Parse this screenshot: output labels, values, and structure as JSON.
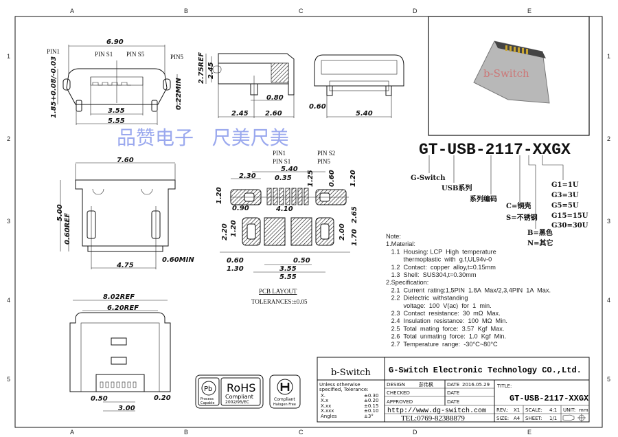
{
  "frame": {
    "columns": [
      "A",
      "B",
      "C",
      "D",
      "E"
    ],
    "rows": [
      "1",
      "2",
      "3",
      "4",
      "5"
    ]
  },
  "front_view": {
    "width": "6.90",
    "pin1": "PIN1",
    "pin_s1": "PIN  S1",
    "pin_s5": "PIN  S5",
    "pin5": "PIN5",
    "height": "1.85+0.08/-0.03",
    "min": "0.22MIN",
    "inner": "3.55",
    "outer": "5.55"
  },
  "side_view": {
    "ref": "2.75REF",
    "h": "2.45",
    "post": "0.80",
    "a": "2.45",
    "b": "2.60"
  },
  "end_view": {
    "a": "0.60",
    "b": "5.40"
  },
  "top_view": {
    "width": "7.60",
    "depth": "5.00",
    "ref": "0.60REF",
    "span": "4.75",
    "min": "0.60MIN"
  },
  "pcb": {
    "pin1": "PIN1",
    "pin_s1": "PIN S1",
    "pin_s2": "PIN S2",
    "pin5": "PIN5",
    "d_540": "5.40",
    "d_230": "2.30",
    "d_035": "0.35",
    "d_125": "1.25",
    "d_060a": "0.60",
    "d_120a": "1.20",
    "d_120b": "1.20",
    "d_090": "0.90",
    "d_410": "4.10",
    "d_265": "2.65",
    "d_220": "2.20",
    "d_120c": "1.20",
    "d_200": "2.00",
    "d_170": "1.70",
    "d_060b": "0.60",
    "d_050": "0.50",
    "d_130": "1.30",
    "d_355": "3.55",
    "d_555": "5.55",
    "title": "PCB LAYOUT",
    "tolerance": "TOLERANCES:±0.05"
  },
  "bottom_view": {
    "ref1": "8.02REF",
    "ref2": "6.20REF",
    "pitch": "0.50",
    "w": "0.20",
    "span": "3.00"
  },
  "watermark": "品赞电子   尺美尺美",
  "photo": {
    "brand": "b-Switch"
  },
  "part_number": {
    "code": "GT-USB-2117-XXGX",
    "brand": "G-Switch",
    "series": "USB系列",
    "series_code": "系列编码",
    "shell": [
      "C=铜壳",
      "S=不锈钢"
    ],
    "color": [
      "B=黑色",
      "N=其它"
    ],
    "plating": [
      "G1=1U",
      "G3=3U",
      "G5=5U",
      "G15=15U",
      "G30=30U"
    ]
  },
  "notes": [
    "Note:",
    "1.Material:",
    "   1.1  Housing: LCP  High  temperature",
    "          thermoplastic  with  g.f,UL94v-0",
    "   1.2  Contact:  copper  alloy,t=0.15mm",
    "   1.3  Shell:  SUS304,t=0.30mm",
    "2.Specification:",
    "   2.1  Current  rating:1,5PIN  1.8A  Max/2,3,4PIN  1A  Max.",
    "   2.2  Dielectric  withstanding",
    "          voltage:  100  V(ac)  for  1  min.",
    "   2.3  Contact  resistance:  30  mΩ  Max.",
    "   2.4  Insulation  resistance:  100  MΩ  Min.",
    "   2.5  Total  mating  force:  3.57  Kgf  Max.",
    "   2.6  Total  unmating  force:  1.0  Kgf  Min.",
    "   2.7  Temperature  range:  -30°C~80°C"
  ],
  "certs": {
    "pb": [
      "Pb",
      "Process",
      "Capable"
    ],
    "rohs": [
      "RoHS",
      "Compliant",
      "2002/95/EC"
    ],
    "halogen": [
      "Compliant",
      "Halogen Free"
    ]
  },
  "title_block": {
    "logo": "b-Switch",
    "company": "G-Switch Electronic Technology CO.,Ltd.",
    "tolerance_header": [
      "Unless otherwise",
      "specified, Tolerance:"
    ],
    "tolerances": [
      [
        "X.",
        "±0.30"
      ],
      [
        "X.x",
        "±0.20"
      ],
      [
        "X.xx",
        "±0.15"
      ],
      [
        "X.xxx",
        "±0.10"
      ],
      [
        "Angles",
        "±3°"
      ]
    ],
    "design_label": "DESIGN",
    "designer": "彭伟枫",
    "checked_label": "CHECKED",
    "approved_label": "APPROVED",
    "date_label": "DATE",
    "date": "2016.05.29",
    "url": "http://www.dg-switch.com",
    "tel": "TEL:0769-82388879",
    "title_label": "TITLE:",
    "title": "GT-USB-2117-XXGX",
    "rev_label": "REV.:",
    "rev": "X1",
    "scale_label": "SCALE:",
    "scale": "4:1",
    "unit_label": "UNIT:",
    "unit": "mm",
    "size_label": "SIZE:",
    "size": "A4",
    "sheet_label": "SHEET:",
    "sheet": "1/1"
  }
}
